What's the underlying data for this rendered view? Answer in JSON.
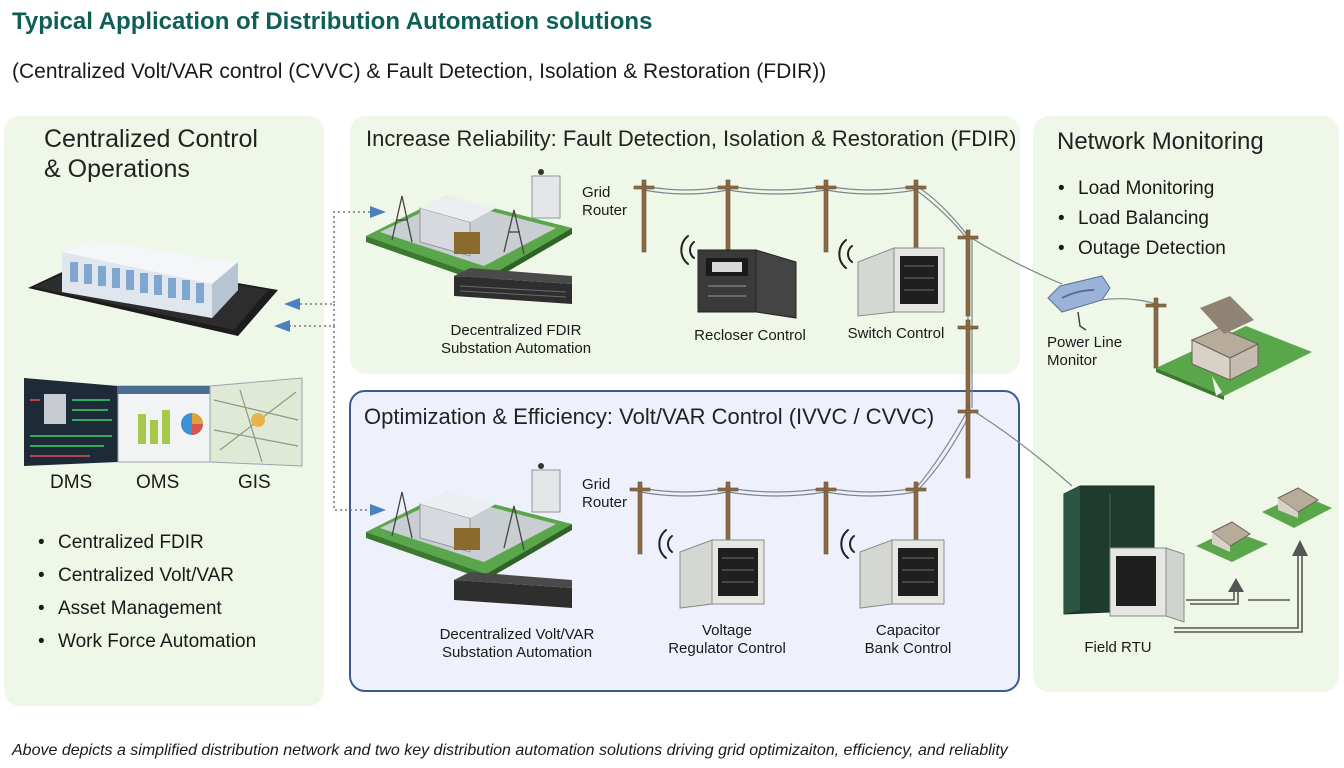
{
  "title": "Typical Application of Distribution Automation solutions",
  "subtitle": "(Centralized Volt/VAR control (CVVC) & Fault Detection, Isolation & Restoration (FDIR))",
  "caption": "Above depicts a simplified distribution network and two key distribution automation solutions driving grid optimizaiton, efficiency, and reliablity",
  "left_panel": {
    "heading_line1": "Centralized Control",
    "heading_line2": "& Operations",
    "screens": [
      "DMS",
      "OMS",
      "GIS"
    ],
    "bullets": [
      "Centralized FDIR",
      "Centralized Volt/VAR",
      "Asset Management",
      "Work Force Automation"
    ]
  },
  "fdir_panel": {
    "heading": "Increase Reliability: Fault Detection, Isolation & Restoration (FDIR)",
    "router_line1": "Grid",
    "router_line2": "Router",
    "substation_line1": "Decentralized FDIR",
    "substation_line2": "Substation Automation",
    "recloser": "Recloser Control",
    "switch": "Switch Control"
  },
  "vvc_panel": {
    "heading": "Optimization & Efficiency: Volt/VAR Control (IVVC / CVVC)",
    "router_line1": "Grid",
    "router_line2": "Router",
    "substation_line1": "Decentralized Volt/VAR",
    "substation_line2": "Substation Automation",
    "regulator_line1": "Voltage",
    "regulator_line2": "Regulator Control",
    "capacitor_line1": "Capacitor",
    "capacitor_line2": "Bank Control"
  },
  "right_panel": {
    "heading": "Network Monitoring",
    "bullets": [
      "Load Monitoring",
      "Load Balancing",
      "Outage Detection"
    ],
    "monitor_line1": "Power Line",
    "monitor_line2": "Monitor",
    "rtu": "Field RTU"
  },
  "colors": {
    "title": "#0e5f57",
    "panel_green": "#eef7e8",
    "panel_blue": "#eef1fb",
    "panel_blue_border": "#3a5b96",
    "arrow": "#4a7fc0"
  }
}
